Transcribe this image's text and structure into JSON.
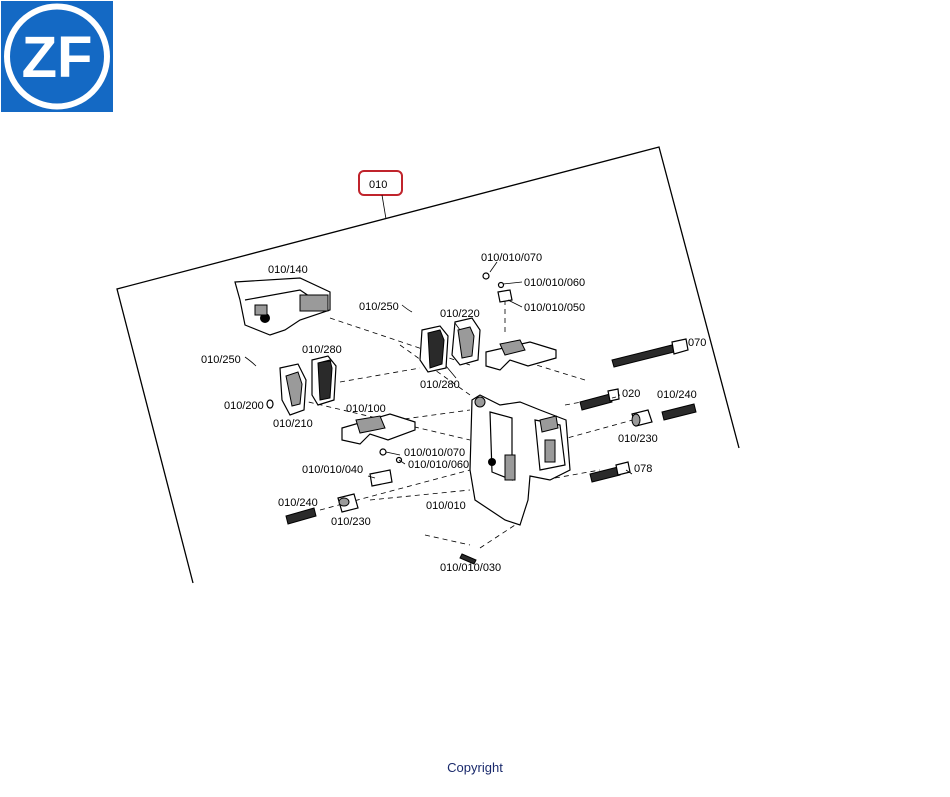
{
  "logo": {
    "text": "ZF",
    "bg_color": "#1469c4"
  },
  "callout": {
    "label": "010",
    "border_color": "#c0242c"
  },
  "labels": {
    "l_010_140": "010/140",
    "l_010_250_a": "010/250",
    "l_010_220": "010/220",
    "l_010_010_070_a": "010/010/070",
    "l_010_010_060_a": "010/010/060",
    "l_010_010_050": "010/010/050",
    "l_070": "070",
    "l_010_250_b": "010/250",
    "l_010_280_a": "010/280",
    "l_010_280_b": "010/280",
    "l_010_200": "010/200",
    "l_010_210": "010/210",
    "l_010_100": "010/100",
    "l_020": "020",
    "l_010_240_a": "010/240",
    "l_010_230_a": "010/230",
    "l_010_010_070_b": "010/010/070",
    "l_010_010_060_b": "010/010/060",
    "l_010_010_040": "010/010/040",
    "l_078": "078",
    "l_010_240_b": "010/240",
    "l_010_010": "010/010",
    "l_010_230_b": "010/230",
    "l_010_010_030": "010/010/030"
  },
  "footer": {
    "copyright": "Copyright"
  }
}
